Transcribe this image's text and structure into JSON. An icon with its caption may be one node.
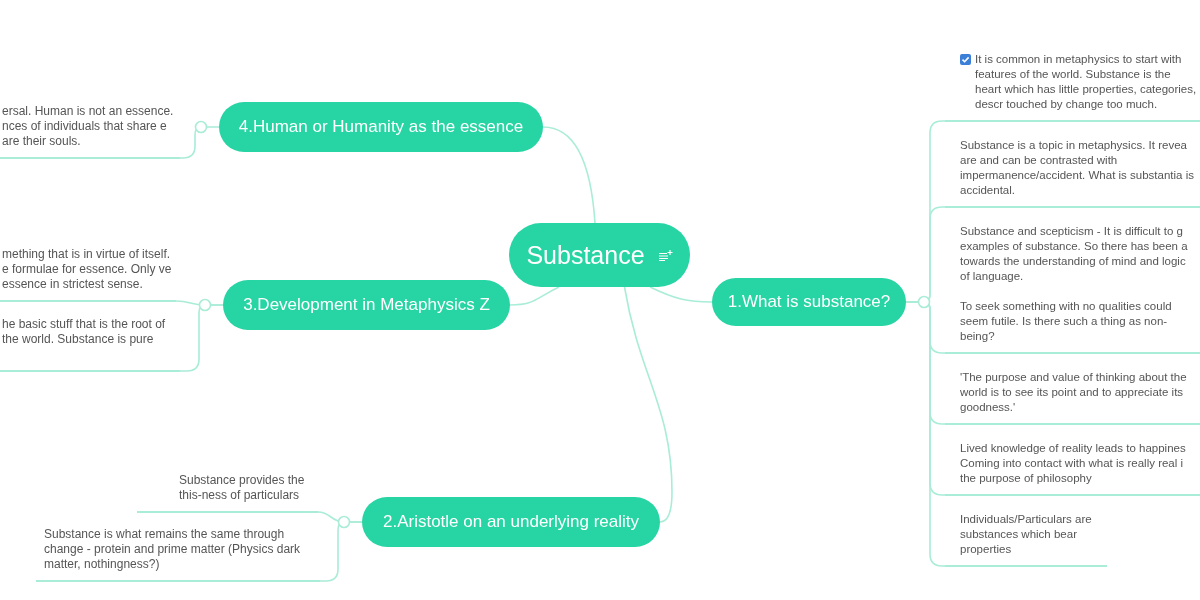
{
  "diagram": {
    "nodes": [
      {
        "text": [
          "Substance"
        ]
      },
      {
        "text": [
          "1.What is substance?"
        ]
      },
      {
        "text": [
          "It is common in metaphysics to start with features of the world. Substance is the heart which has little properties, categories, descr touched by change too much."
        ]
      },
      {
        "text": [
          "Substance is a topic in metaphysics. It revea are and can be contrasted with impermanence/accident. What is substantia is accidental."
        ]
      },
      {
        "text": [
          "Substance and scepticism - It is difficult to g examples of substance. So there has been a towards the understanding of mind and logic of language.",
          "To seek something with no qualities could seem futile. Is there such a thing as non-being?"
        ]
      },
      {
        "text": [
          "'The purpose and value of thinking about the world is to see its point and to appreciate its goodness.'"
        ]
      },
      {
        "text": [
          "Lived knowledge of reality leads to happines Coming into contact with what is really real i the purpose of philosophy"
        ]
      },
      {
        "text": [
          "Individuals/Particulars are substances which bear properties"
        ]
      },
      {
        "text": [
          "2.Aristotle on an underlying reality"
        ]
      },
      {
        "text": [
          "Substance provides the this-ness of particulars"
        ]
      },
      {
        "text": [
          "Substance is what remains the same through change - protein and prime matter (Physics dark matter, nothingness?)"
        ]
      },
      {
        "text": [
          "3.Development in Metaphysics Z"
        ]
      },
      {
        "text": [
          "mething that is in virtue of itself. e formulae for essence. Only ve essence in strictest sense."
        ]
      },
      {
        "text": [
          "he basic stuff that is the root of the world. Substance is pure"
        ]
      },
      {
        "text": [
          "4.Human or Humanity as the essence"
        ]
      },
      {
        "text": [
          "ersal. Human is not an essence. nces of individuals that share e are their souls."
        ]
      }
    ],
    "edges": [
      {
        "from": 0,
        "to": 1,
        "arrow": "none"
      },
      {
        "from": 1,
        "to": 2,
        "arrow": "none"
      },
      {
        "from": 1,
        "to": 3,
        "arrow": "none"
      },
      {
        "from": 1,
        "to": 4,
        "arrow": "none"
      },
      {
        "from": 1,
        "to": 5,
        "arrow": "none"
      },
      {
        "from": 1,
        "to": 6,
        "arrow": "none"
      },
      {
        "from": 1,
        "to": 7,
        "arrow": "none"
      },
      {
        "from": 0,
        "to": 8,
        "arrow": "none"
      },
      {
        "from": 8,
        "to": 9,
        "arrow": "none"
      },
      {
        "from": 8,
        "to": 10,
        "arrow": "none"
      },
      {
        "from": 0,
        "to": 11,
        "arrow": "none"
      },
      {
        "from": 11,
        "to": 12,
        "arrow": "none"
      },
      {
        "from": 11,
        "to": 13,
        "arrow": "none"
      },
      {
        "from": 0,
        "to": 14,
        "arrow": "none"
      },
      {
        "from": 14,
        "to": 15,
        "arrow": "none"
      }
    ]
  }
}
